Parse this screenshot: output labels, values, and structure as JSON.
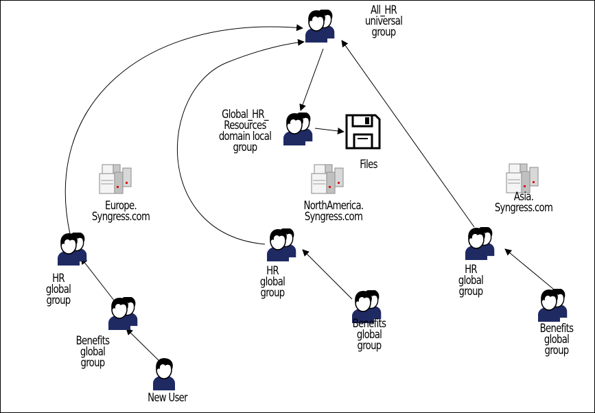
{
  "universal_group": {
    "lines": [
      "All_HR",
      "universal",
      "group"
    ]
  },
  "domain_local_group": {
    "lines": [
      "Global_HR_",
      "Resources",
      "domain local",
      "group"
    ]
  },
  "files": {
    "label": "Files"
  },
  "domains": {
    "europe": {
      "lines": [
        "Europe.",
        "Syngress.com"
      ]
    },
    "northamerica": {
      "lines": [
        "NorthAmerica.",
        "Syngress.com"
      ]
    },
    "asia": {
      "lines": [
        "Asia.",
        "Syngress.com"
      ]
    }
  },
  "europe_hr": {
    "lines": [
      "HR",
      "global",
      "group"
    ]
  },
  "europe_benefits": {
    "lines": [
      "Benefits",
      "global",
      "group"
    ]
  },
  "new_user": {
    "label": "New User"
  },
  "northamerica_hr": {
    "lines": [
      "HR",
      "global",
      "group"
    ]
  },
  "northamerica_benefits": {
    "lines": [
      "Benefits",
      "global",
      "group"
    ]
  },
  "asia_hr": {
    "lines": [
      "HR",
      "global",
      "group"
    ]
  },
  "asia_benefits": {
    "lines": [
      "Benefits",
      "global",
      "group"
    ]
  }
}
